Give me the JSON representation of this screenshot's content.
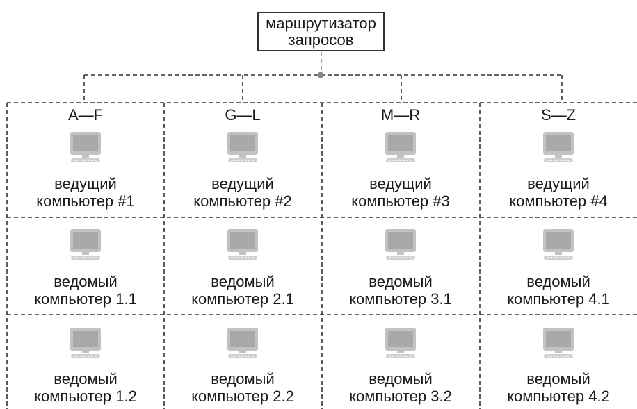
{
  "router": {
    "line1": "маршрутизатор",
    "line2": "запросов"
  },
  "shards": [
    {
      "range": "A—F",
      "master": [
        "ведущий",
        "компьютер #1"
      ],
      "slaves": [
        [
          "ведомый",
          "компьютер 1.1"
        ],
        [
          "ведомый",
          "компьютер 1.2"
        ]
      ]
    },
    {
      "range": "G—L",
      "master": [
        "ведущий",
        "компьютер #2"
      ],
      "slaves": [
        [
          "ведомый",
          "компьютер 2.1"
        ],
        [
          "ведомый",
          "компьютер 2.2"
        ]
      ]
    },
    {
      "range": "M—R",
      "master": [
        "ведущий",
        "компьютер #3"
      ],
      "slaves": [
        [
          "ведомый",
          "компьютер 3.1"
        ],
        [
          "ведомый",
          "компьютер 3.2"
        ]
      ]
    },
    {
      "range": "S—Z",
      "master": [
        "ведущий",
        "компьютер #4"
      ],
      "slaves": [
        [
          "ведомый",
          "компьютер 4.1"
        ],
        [
          "ведомый",
          "компьютер 4.2"
        ]
      ]
    }
  ],
  "icon": "desktop-computer-icon",
  "colors": {
    "line": "#333333",
    "dot": "#888888",
    "monitor": "#b3b3b3",
    "screen": "#a6a6a6"
  }
}
